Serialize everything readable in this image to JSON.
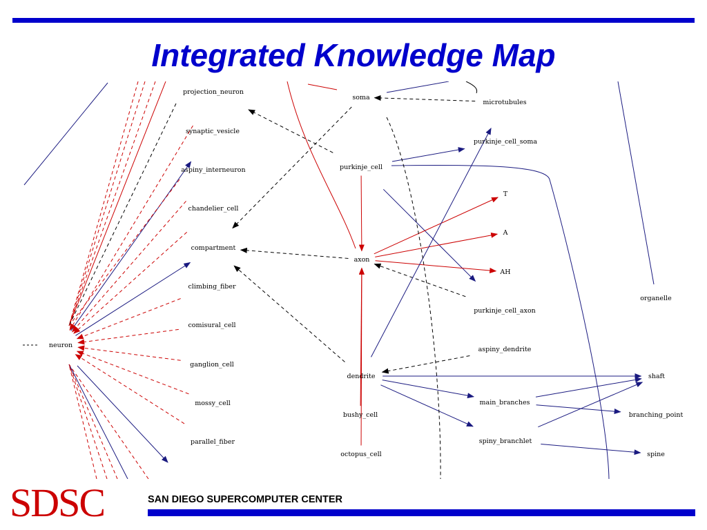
{
  "slide": {
    "title": "Integrated Knowledge Map",
    "footer_logo": "SDSC",
    "footer_text": "SAN DIEGO SUPERCOMPUTER CENTER"
  },
  "colors": {
    "accent_blue": "#0000cc",
    "logo_red": "#cc0000",
    "edge_red": "#cc0000",
    "edge_navy": "#1a1a80",
    "edge_black": "#000000"
  },
  "nodes": [
    {
      "id": "projection_neuron",
      "label": "projection_neuron"
    },
    {
      "id": "synaptic_vesicle",
      "label": "synaptic_vesicle"
    },
    {
      "id": "aspiny_interneuron",
      "label": "aspiny_interneuron"
    },
    {
      "id": "chandelier_cell",
      "label": "chandelier_cell"
    },
    {
      "id": "compartment",
      "label": "compartment"
    },
    {
      "id": "climbing_fiber",
      "label": "climbing_fiber"
    },
    {
      "id": "comisural_cell",
      "label": "comisural_cell"
    },
    {
      "id": "ganglion_cell",
      "label": "ganglion_cell"
    },
    {
      "id": "mossy_cell",
      "label": "mossy_cell"
    },
    {
      "id": "parallel_fiber",
      "label": "parallel_fiber"
    },
    {
      "id": "neuron",
      "label": "neuron"
    },
    {
      "id": "soma",
      "label": "soma"
    },
    {
      "id": "purkinje_cell",
      "label": "purkinje_cell"
    },
    {
      "id": "axon",
      "label": "axon"
    },
    {
      "id": "dendrite",
      "label": "dendrite"
    },
    {
      "id": "bushy_cell",
      "label": "bushy_cell"
    },
    {
      "id": "octopus_cell",
      "label": "octopus_cell"
    },
    {
      "id": "microtubules",
      "label": "microtubules"
    },
    {
      "id": "purkinje_cell_soma",
      "label": "purkinje_cell_soma"
    },
    {
      "id": "T",
      "label": "T"
    },
    {
      "id": "A",
      "label": "A"
    },
    {
      "id": "AH",
      "label": "AH"
    },
    {
      "id": "purkinje_cell_axon",
      "label": "purkinje_cell_axon"
    },
    {
      "id": "aspiny_dendrite",
      "label": "aspiny_dendrite"
    },
    {
      "id": "main_branches",
      "label": "main_branches"
    },
    {
      "id": "spiny_branchlet",
      "label": "spiny_branchlet"
    },
    {
      "id": "organelle",
      "label": "organelle"
    },
    {
      "id": "shaft",
      "label": "shaft"
    },
    {
      "id": "branching_point",
      "label": "branching_point"
    },
    {
      "id": "spine",
      "label": "spine"
    }
  ],
  "edges": [
    {
      "from": "neuron",
      "to": "synaptic_vesicle",
      "color": "navy",
      "style": "solid"
    },
    {
      "from": "neuron",
      "to": "compartment",
      "color": "navy",
      "style": "solid"
    },
    {
      "from": "climbing_fiber",
      "to": "neuron",
      "color": "red",
      "style": "dashed"
    },
    {
      "from": "comisural_cell",
      "to": "neuron",
      "color": "red",
      "style": "dashed"
    },
    {
      "from": "ganglion_cell",
      "to": "neuron",
      "color": "red",
      "style": "dashed"
    },
    {
      "from": "mossy_cell",
      "to": "neuron",
      "color": "red",
      "style": "dashed"
    },
    {
      "from": "parallel_fiber",
      "to": "neuron",
      "color": "red",
      "style": "dashed"
    },
    {
      "from": "chandelier_cell",
      "to": "neuron",
      "color": "red",
      "style": "dashed"
    },
    {
      "from": "aspiny_interneuron",
      "to": "neuron",
      "color": "red",
      "style": "dashed"
    },
    {
      "from": "projection_neuron",
      "to": "neuron",
      "color": "red",
      "style": "dashed"
    },
    {
      "from": "purkinje_cell",
      "to": "projection_neuron",
      "color": "black",
      "style": "dashed"
    },
    {
      "from": "soma",
      "to": "compartment",
      "color": "black",
      "style": "dashed"
    },
    {
      "from": "axon",
      "to": "compartment",
      "color": "black",
      "style": "dashed"
    },
    {
      "from": "dendrite",
      "to": "compartment",
      "color": "black",
      "style": "dashed"
    },
    {
      "from": "purkinje_cell",
      "to": "axon",
      "color": "red",
      "style": "solid"
    },
    {
      "from": "purkinje_cell",
      "to": "purkinje_cell_soma",
      "color": "navy",
      "style": "solid"
    },
    {
      "from": "purkinje_cell",
      "to": "purkinje_cell_axon",
      "color": "navy",
      "style": "solid"
    },
    {
      "from": "microtubules",
      "to": "soma",
      "color": "black",
      "style": "dashed"
    },
    {
      "from": "purkinje_cell_axon",
      "to": "axon",
      "color": "black",
      "style": "dashed"
    },
    {
      "from": "aspiny_dendrite",
      "to": "dendrite",
      "color": "black",
      "style": "dashed"
    },
    {
      "from": "axon",
      "to": "T",
      "color": "red",
      "style": "solid"
    },
    {
      "from": "axon",
      "to": "A",
      "color": "red",
      "style": "solid"
    },
    {
      "from": "axon",
      "to": "AH",
      "color": "red",
      "style": "solid"
    },
    {
      "from": "dendrite",
      "to": "microtubules",
      "color": "navy",
      "style": "solid"
    },
    {
      "from": "dendrite",
      "to": "shaft",
      "color": "navy",
      "style": "solid"
    },
    {
      "from": "dendrite",
      "to": "main_branches",
      "color": "navy",
      "style": "solid"
    },
    {
      "from": "dendrite",
      "to": "spiny_branchlet",
      "color": "navy",
      "style": "solid"
    },
    {
      "from": "main_branches",
      "to": "shaft",
      "color": "navy",
      "style": "solid"
    },
    {
      "from": "main_branches",
      "to": "branching_point",
      "color": "navy",
      "style": "solid"
    },
    {
      "from": "spiny_branchlet",
      "to": "shaft",
      "color": "navy",
      "style": "solid"
    },
    {
      "from": "spiny_branchlet",
      "to": "spine",
      "color": "navy",
      "style": "solid"
    },
    {
      "from": "bushy_cell",
      "to": "axon",
      "color": "red",
      "style": "solid"
    },
    {
      "from": "octopus_cell",
      "to": "axon",
      "color": "red",
      "style": "solid"
    }
  ]
}
